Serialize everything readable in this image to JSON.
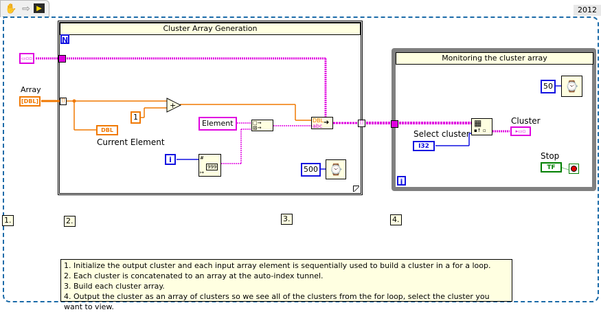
{
  "toolbar": {
    "tools": [
      {
        "name": "hand-icon",
        "glyph": "✋"
      },
      {
        "name": "arrow-icon",
        "glyph": "⇨"
      },
      {
        "name": "vi-icon",
        "glyph": "▶"
      }
    ],
    "version_tab": "2012"
  },
  "for_loop": {
    "title": "Cluster Array Generation",
    "count_terminal": "N",
    "array_control_label": "Array",
    "array_control_type": "[DBL]",
    "current_element_label": "Current Element",
    "current_element_type": "DBL",
    "add_constant": "1",
    "add_operator": "+",
    "element_constant": "Element",
    "iteration_terminal": "i",
    "wait_constant": "500",
    "cluster_inputs": [
      "DBL",
      "abc"
    ]
  },
  "while_loop": {
    "title": "Monitoring the cluster array",
    "wait_constant": "50",
    "select_label": "Select cluster",
    "select_type": "I32",
    "cluster_label": "Cluster",
    "stop_label": "Stop",
    "stop_type": "TF",
    "iteration_terminal": "i"
  },
  "steps": [
    "1.",
    "2.",
    "3.",
    "4."
  ],
  "comment_lines": [
    "1. Initialize the output cluster and each input array element is sequentially used to build a cluster in a for a loop.",
    "2. Each cluster is concatenated to an array at the auto-index tunnel.",
    "3. Build each cluster array.",
    "4. Output the cluster as an array of clusters so we see all of the clusters from the for loop, select the cluster you want to view."
  ],
  "colors": {
    "cluster_wire": "#e000e0",
    "double_wire": "#f07800",
    "int_wire": "#1010e0",
    "bool_wire": "#008000",
    "sequence_frame": "#1a6aa8",
    "label_bg": "#ffffe1"
  }
}
